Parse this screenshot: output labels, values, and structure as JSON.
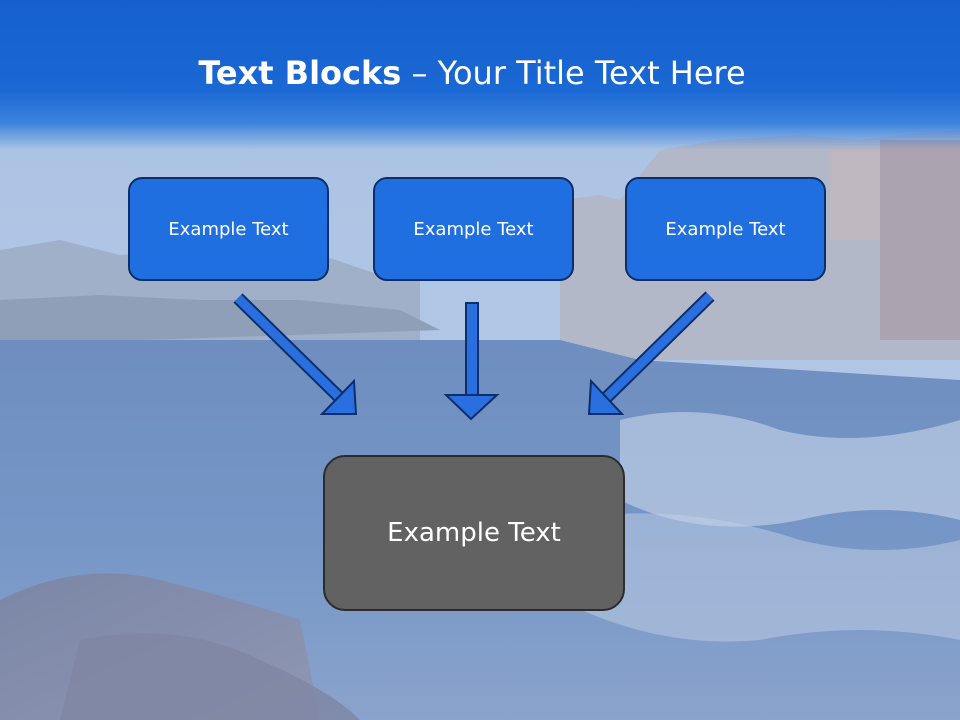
{
  "slide": {
    "title_bold": "Text Blocks",
    "title_rest": " – Your Title Text Here"
  },
  "blocks": [
    {
      "label": "Example Text"
    },
    {
      "label": "Example Text"
    },
    {
      "label": "Example Text"
    }
  ],
  "result": {
    "label": "Example Text"
  },
  "colors": {
    "title_band": "#1a68d4",
    "block_fill": "#1f6fe0",
    "block_border": "#0c2e6a",
    "result_fill": "#626262",
    "arrow_fill": "#2a6fe0"
  }
}
